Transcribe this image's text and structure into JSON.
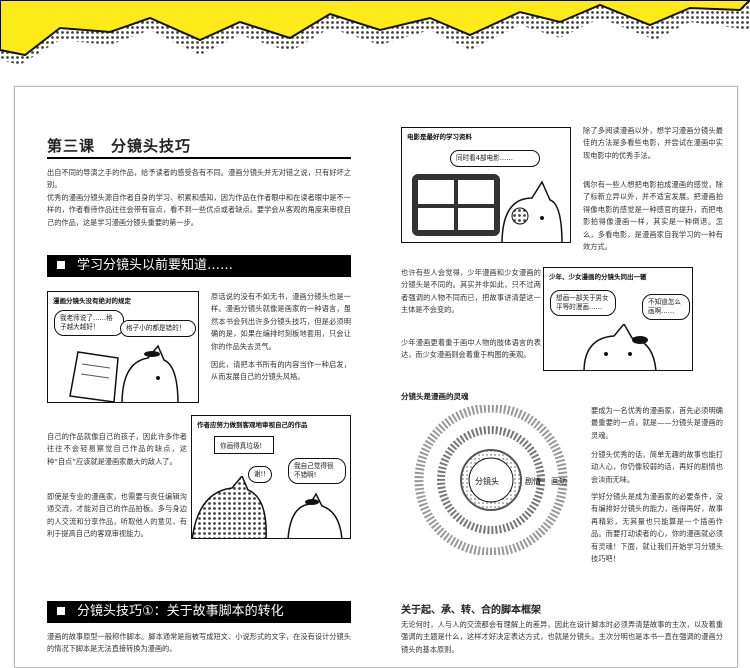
{
  "lesson_title": "第三课　分镜头技巧",
  "intro_text": "出自不同的导演之手的作品，给予读者的感受各有不同。漫画分镜头并无对错之说，只有好坏之别。\n优秀的漫画分镜头源自作者自身的学习、积累和感知，因为作品在作者眼中和在读者眼中是不一样的，作者看待作品往往会带有盲点，看不到一些优点或者缺点。要学会从客观的角度来审视自己的作品，这是学习漫画分镜头重要的第一步。",
  "right_top_text_1": "除了多阅读漫画以外，想学习漫画分镜头最佳的方法是多看些电影，并尝试在漫画中实现电影中的优秀手法。",
  "right_top_text_2": "偶尔有一些人想把电影拍成漫画的感觉，除了标新立异以外，并不适宜发展。把漫画拍得像电影的感觉是一种感官的提升，而把电影拍得像漫画一样，其实是一种倒退。怎么，多看电影，是漫画家自我学习的一种有效方式。",
  "panel_movie": {
    "caption": "电影是最好的学习资料",
    "bubble": "同时看4部电影……"
  },
  "section1_title": "学习分镜头以前要知道……",
  "panel_no_rules": {
    "caption": "漫画分镜头没有绝对的规定",
    "bubble1": "我老师说了……格子越大越好！",
    "bubble2": "格子小的都是错的！"
  },
  "text_no_rules_1": "原话说的没有不如无书，漫画分镜头也是一样。漫画分镜头就像是画家的一种语言，虽然本书会列出许多分镜头技巧，但是必须明确的是，如果在编排时刻板地套用，只会让你的作品失去灵气。",
  "text_no_rules_2": "因此，请把本书所有的内容当作一种启发，从而发展自己的分镜头风格。",
  "text_shoujo_1": "也许有些人会觉得，少年漫画和少女漫画的分镜头是不同的。其实并非如此，只不过两者强调的人物不同而已，把故事讲清楚这一主体是不会变的。",
  "text_shoujo_2": "少年漫画更着重于画中人物的肢体语言的表达，而少女漫画则会着重于构图的美观。",
  "panel_shoujo": {
    "caption": "少年、少女漫画的分镜头同出一辙",
    "bubble1": "想画一部关于男女平等的漫画……",
    "bubble2": "不知道怎么画啊……"
  },
  "soul_caption": "分镜头是漫画的灵魂",
  "soul_labels": {
    "inner": "分镜头",
    "middle": "剧情",
    "outer": "画功"
  },
  "text_self_1": "自己的作品就像自己的孩子，因此许多作者往往不会轻易察觉自己作品的缺点，这种“自点”应该就是漫画家最大的敌人了。",
  "text_self_2": "即使是专业的漫画家，也需要与责任编辑沟通交流，才能对自己的作品拍板。多与身边的人交流和分享作品，听取他人的意见，有利于提高自己的客观审视能力。",
  "panel_objective": {
    "caption": "作者应努力做到客观地审视自己的作品",
    "bubble1": "你画得真垃圾!",
    "bubble2": "谢!!",
    "bubble3": "我自己觉得很不错啊!"
  },
  "text_soul_1": "要成为一名优秀的漫画家，首先必须明确最重要的一点，就是——分镜头是漫画的灵魂。",
  "text_soul_2": "分镜头优秀的话，简单无趣的故事也能打动人心，你仍像较弱的话，再好的剧情也会淡而无味。",
  "text_soul_3": "学好分镜头是成为漫画家的必要条件，没有编排好分镜头的能力，画得再好，故事再精彩，无其量也只能算是一个插画作品。而要打动读者的心，你的漫画就必须有灵魂！下面，就让我们开始学习分镜头技巧吧！",
  "section2_title": "分镜头技巧①：关于故事脚本的转化",
  "text_script": "漫画的故事原型一般称作脚本。脚本通常是指被写成短文、小说形式的文字，在没有设计分镜头的情况下脚本是无法直接转换为漫画的。",
  "right_bottom_title": "关于起、承、转、合的脚本框架",
  "text_qcz": "无论何时，人与人的交流都会有理解上的差异，因此在设计脚本时必须弄清楚故事的主次，以及着重强调的主题是什么，这样才好决定表达方式，也就是分镜头。主次分明也是本书一直在强调的漫画分镜头的基本原则。"
}
